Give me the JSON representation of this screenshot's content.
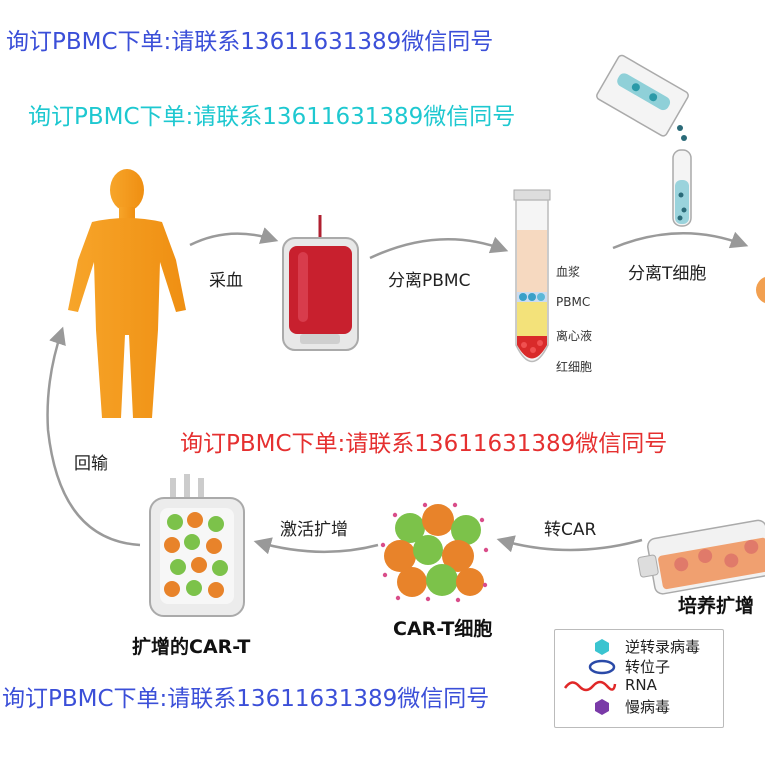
{
  "watermarks": {
    "line1": "询订PBMC下单:请联系13611631389微信同号",
    "line2": "询订PBMC下单:请联系13611631389微信同号",
    "line3": "询订PBMC下单:请联系13611631389微信同号",
    "line4": "询订PBMC下单:请联系13611631389微信同号"
  },
  "steps": {
    "collect_blood": "采血",
    "separate_pbmc": "分离PBMC",
    "separate_t": "分离T细胞",
    "culture_expand": "培养扩增",
    "transduce_car": "转CAR",
    "activate_expand": "激活扩增",
    "reinfuse": "回输"
  },
  "tube_layers": {
    "plasma": "血浆",
    "pbmc": "PBMC",
    "separation_fluid": "离心液",
    "rbc": "红细胞"
  },
  "captions": {
    "car_t_cells": "CAR-T细胞",
    "expanded_car_t": "扩增的CAR-T"
  },
  "legend": {
    "items": [
      {
        "label": "逆转录病毒"
      },
      {
        "label": "转位子"
      },
      {
        "label": "RNA"
      },
      {
        "label": "慢病毒"
      }
    ]
  },
  "colors": {
    "watermark_blue": "#3b4fd8",
    "watermark_cyan": "#1ec8d0",
    "watermark_red": "#e53030",
    "body_orange": "#f59a1c",
    "blood_red": "#c8202e",
    "arrow_gray": "#999999"
  }
}
